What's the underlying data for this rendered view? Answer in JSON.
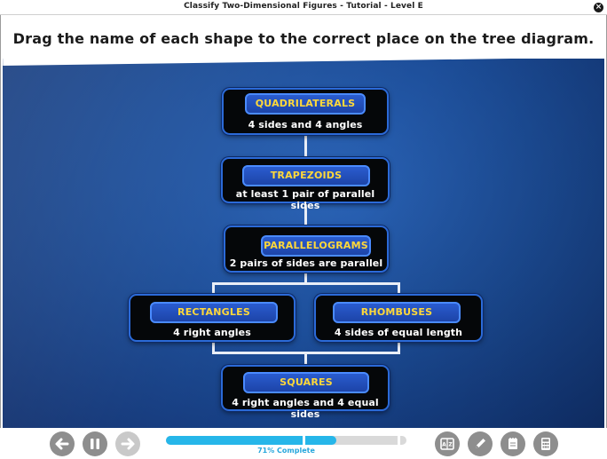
{
  "window": {
    "title": "Classify Two-Dimensional Figures - Tutorial - Level E"
  },
  "instruction": "Drag the name of each shape to the correct place on the tree diagram.",
  "tree": {
    "quadrilaterals": {
      "label": "QUADRILATERALS",
      "description": "4 sides and 4 angles"
    },
    "trapezoids": {
      "label": "TRAPEZOIDS",
      "description": "at least 1 pair of parallel sides"
    },
    "parallelograms": {
      "label": "PARALLELOGRAMS",
      "description": "2 pairs of sides are parallel"
    },
    "rectangles": {
      "label": "RECTANGLES",
      "description": "4 right angles"
    },
    "rhombuses": {
      "label": "RHOMBUSES",
      "description": "4 sides of equal length"
    },
    "squares": {
      "label": "SQUARES",
      "description": "4 right angles and 4 equal sides"
    }
  },
  "progress": {
    "percent": 71,
    "label": "71% Complete"
  },
  "toolbar": {
    "back": "back-icon",
    "pause": "pause-icon",
    "forward": "forward-icon",
    "glossary": "glossary-icon",
    "highlighter": "pencil-icon",
    "notepad": "notepad-icon",
    "calculator": "calculator-icon"
  },
  "colors": {
    "board_blue": "#1c4d98",
    "label_yellow": "#ffd83a",
    "slot_blue": "#2a5ccf",
    "progress_cyan": "#26b6e9",
    "button_gray": "#8e8e8e"
  }
}
